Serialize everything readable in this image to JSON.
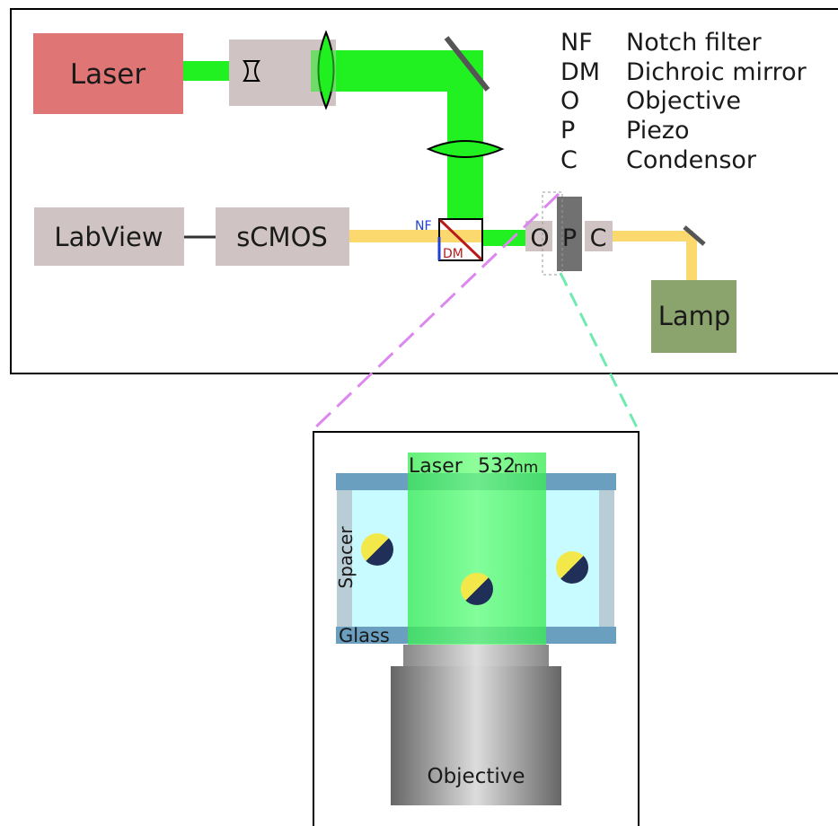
{
  "setup": {
    "boxes": {
      "laser": "Laser",
      "labview": "LabView",
      "scmos": "sCMOS",
      "lamp": "Lamp"
    },
    "optics": {
      "notch_filter_tag": "NF",
      "dichroic_mirror_tag": "DM",
      "objective_tag": "O",
      "piezo_tag": "P",
      "condensor_tag": "C"
    },
    "legend": [
      {
        "abbr": "NF",
        "meaning": "Notch filter"
      },
      {
        "abbr": "DM",
        "meaning": "Dichroic mirror"
      },
      {
        "abbr": "O",
        "meaning": "Objective"
      },
      {
        "abbr": "P",
        "meaning": "Piezo"
      },
      {
        "abbr": "C",
        "meaning": "Condensor"
      }
    ]
  },
  "inset": {
    "laser_label": "Laser",
    "wavelength": "532",
    "wavelength_unit": "nm",
    "spacer_label": "Spacer",
    "glass_label": "Glass",
    "objective_label": "Objective"
  },
  "colors": {
    "laser_box": "#e07575",
    "grey_box": "#cfc3c3",
    "lamp_box": "#8ba36d",
    "laser_beam": "#21f021",
    "lamp_beam": "#fcd96e",
    "glass": "#6a9fc0",
    "chamber": "#c8fbff",
    "nf_text": "#1f3fd8",
    "dm_text": "#b81a1a",
    "zoom_pink": "#dd88ee",
    "zoom_green": "#6feab0"
  }
}
